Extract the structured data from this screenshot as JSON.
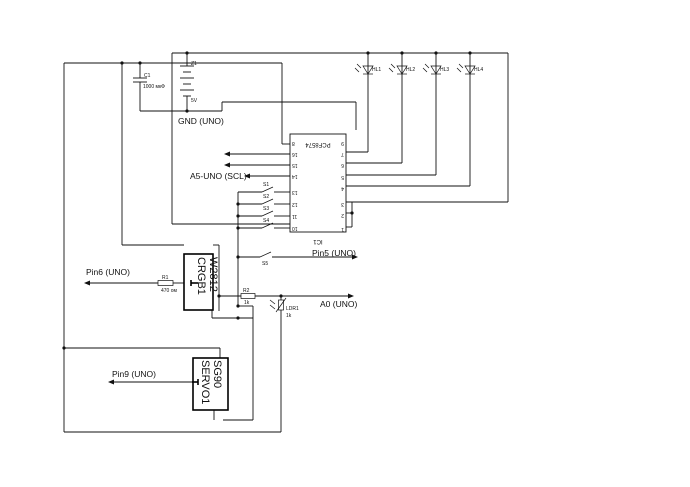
{
  "nets": {
    "gnd": "GND (UNO)",
    "a5": "A5-UNO (SCL)",
    "pin5": "Pin5 (UNO)",
    "pin6": "Pin6 (UNO)",
    "a0": "A0 (UNO)",
    "pin9": "Pin9 (UNO)"
  },
  "components": {
    "c1": {
      "ref": "C1",
      "value": "1000 мкФ"
    },
    "z1": {
      "ref": "Z1",
      "value": "5V"
    },
    "ic": {
      "ref": "IC1",
      "part": "PCF8574"
    },
    "leds": [
      {
        "ref": "HL1"
      },
      {
        "ref": "HL2"
      },
      {
        "ref": "HL3"
      },
      {
        "ref": "HL4"
      }
    ],
    "switches": [
      {
        "ref": "S1"
      },
      {
        "ref": "S2"
      },
      {
        "ref": "S3"
      },
      {
        "ref": "S4"
      },
      {
        "ref": "S5"
      }
    ],
    "r1": {
      "ref": "R1",
      "value": "470 ом"
    },
    "r2": {
      "ref": "R2",
      "value": "1k"
    },
    "ldr": {
      "ref": "LDR1",
      "value": "1k"
    },
    "rgb": {
      "line1": "CRGB1",
      "line2": "W2812"
    },
    "servo": {
      "line1": "SERVO1",
      "line2": "SG90"
    }
  },
  "ic_pins": {
    "left": [
      "8",
      "16",
      "15",
      "14",
      "13",
      "12",
      "11",
      "10"
    ],
    "right": [
      "9",
      "7",
      "6",
      "5",
      "4",
      "3",
      "2",
      "1"
    ]
  }
}
